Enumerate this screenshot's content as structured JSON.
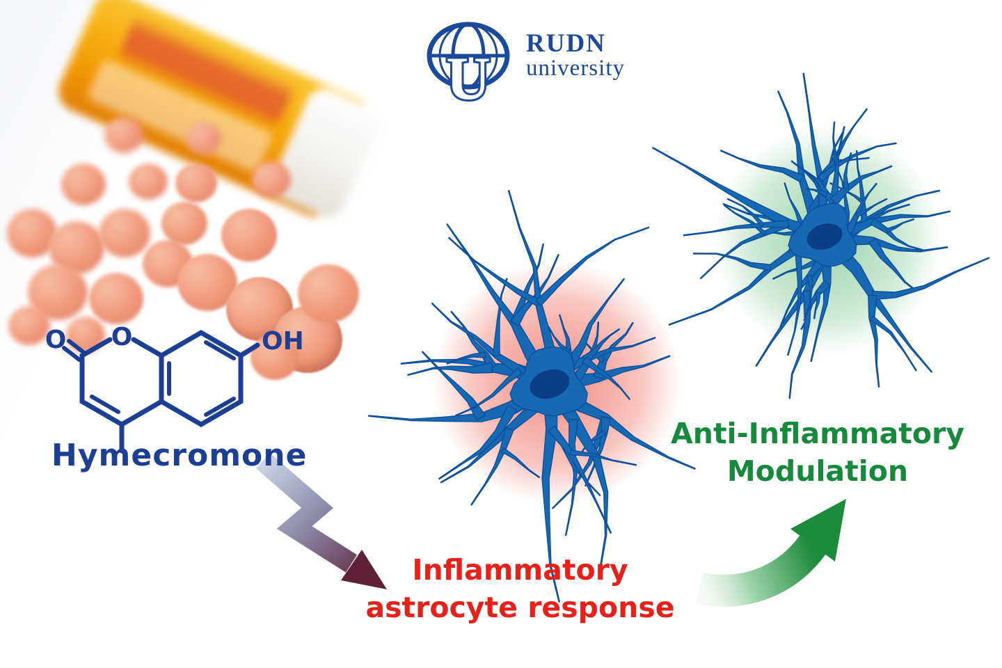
{
  "logo": {
    "name": "RUDN",
    "subtitle": "university"
  },
  "molecule": {
    "label": "Hymecromone",
    "atoms": {
      "carbonyl_o": "O",
      "ring_o": "O",
      "hydroxyl": "OH"
    }
  },
  "labels": {
    "inflammatory_line1": "Inflammatory",
    "inflammatory_line2": "astrocyte response",
    "anti_line1": "Anti-Inflammatory",
    "anti_line2": "Modulation"
  },
  "colors": {
    "brand_blue": "#1b4a9b",
    "molecule_blue": "#1c3f94",
    "astrocyte_fill": "#1769b3",
    "astrocyte_outline": "#0d4f9a",
    "nucleus": "#0c3e86",
    "inflamed_glow": "#e9412f",
    "healthy_glow": "#46af64",
    "red_text": "#e8201a",
    "green_text": "#16893b",
    "arrow_green": "#1e8a3c",
    "arrow_steel": "#cdd6e8",
    "arrow_maroon": "#5e2138",
    "pill_color": "#f0997c",
    "bottle_amber": "#f6a705"
  }
}
